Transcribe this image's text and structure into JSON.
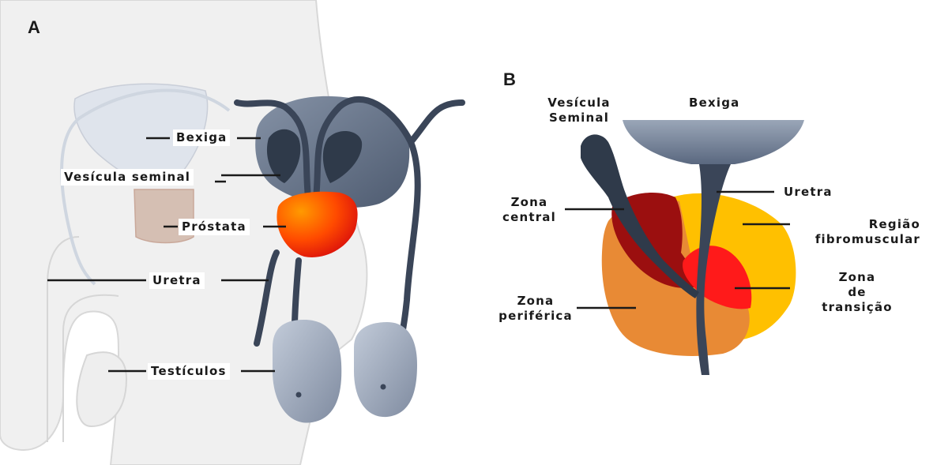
{
  "panel_a": {
    "letter": "A",
    "labels": {
      "bladder": "Bexiga",
      "seminal_vesicle": "Vesícula seminal",
      "prostate": "Próstata",
      "urethra": "Uretra",
      "testicles": "Testículos"
    }
  },
  "panel_b": {
    "letter": "B",
    "labels": {
      "seminal_vesicle_line1": "Vesícula",
      "seminal_vesicle_line2": "Seminal",
      "bladder": "Bexiga",
      "urethra": "Uretra",
      "central_zone_line1": "Zona",
      "central_zone_line2": "central",
      "fibromuscular_line1": "Região",
      "fibromuscular_line2": "fibromuscular",
      "transition_line1": "Zona",
      "transition_line2": "de",
      "transition_line3": "transição",
      "peripheral_line1": "Zona",
      "peripheral_line2": "periférica"
    }
  },
  "colors": {
    "body_outline": "#d8d8d8",
    "body_fill": "#f0f0f0",
    "bladder": "#6b7a8f",
    "seminal_vesicle": "#2f3a4a",
    "duct": "#3a4558",
    "prostate_light": "#ff8a00",
    "prostate_dark": "#e01010",
    "testicle": "#a9b4c6",
    "peripheral_zone": "#e88a35",
    "central_zone": "#9b0f0f",
    "transition_zone": "#ff1a1a",
    "fibromuscular": "#ffc000"
  }
}
